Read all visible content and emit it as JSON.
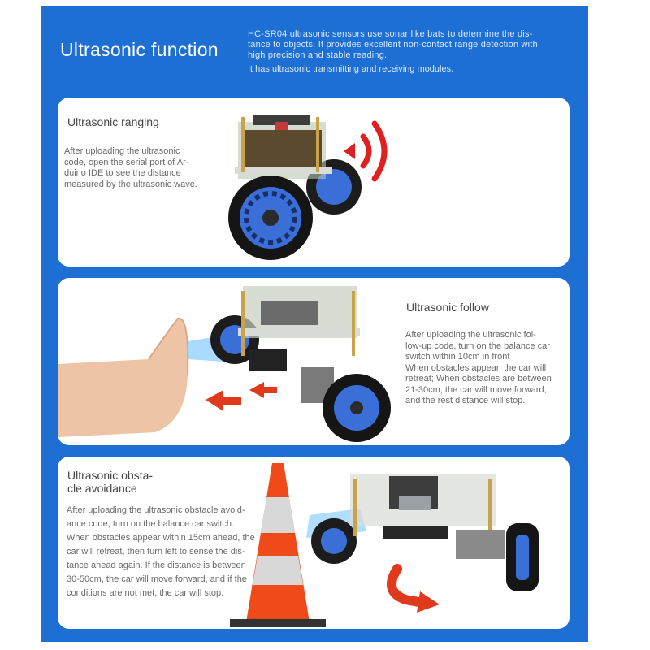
{
  "header": {
    "title": "Ultrasonic function",
    "intro_lines": [
      "HC-SR04 ultrasonic sensors use sonar like bats to determine the dis-",
      "tance to objects. It provides excellent non-contact range detection with",
      "high precision and stable reading."
    ],
    "intro_extra": "It has ultrasonic transmitting and receiving modules."
  },
  "sections": [
    {
      "heading": "Ultrasonic ranging",
      "lines": [
        "After uploading the ultrasonic",
        "code, open the serial port of Ar-",
        "duino IDE to see the distance",
        "measured by the ultrasonic wave."
      ]
    },
    {
      "heading": "Ultrasonic follow",
      "lines": [
        "After uploading the ultrasonic fol-",
        "low-up code, turn on the balance car",
        "switch within 10cm in front",
        "When obstacles appear, the car will",
        "retreat; When obstacles are between",
        "21-30cm, the car will move forward,",
        "and the rest distance will stop."
      ]
    },
    {
      "heading_lines": [
        "Ultrasonic obsta-",
        "cle avoidance"
      ],
      "lines": [
        "After uploading the ultrasonic obstacle avoid-",
        "ance code, turn on the balance car switch.",
        "When obstacles appear within 15cm ahead, the",
        "car will retreat, then turn left to sense the dis-",
        "tance ahead again. If the distance is between",
        "30-50cm, the car will move forward, and if the",
        "conditions are not met, the car will stop."
      ]
    }
  ],
  "colors": {
    "frame": "#1d6fd4",
    "signal": "#e02020",
    "arrow": "#e03a1e",
    "wheel": "#3a6fd8"
  }
}
